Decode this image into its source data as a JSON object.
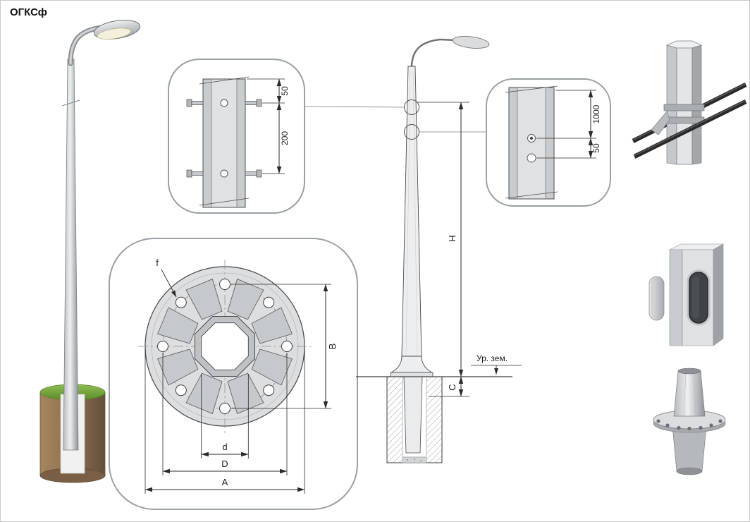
{
  "title": "ОГКСф",
  "colors": {
    "line": "#44474a",
    "dimension": "#2b2b2b",
    "steel_light": "#eceef0",
    "steel_mid": "#c9ccce",
    "steel_dark": "#8f9396",
    "soil_brown": "#8a6c4e",
    "grass_green": "#6fa03c",
    "rod_dark": "#27292b"
  },
  "callout_joint": {
    "dim_top": "50",
    "dim_bottom": "200"
  },
  "callout_plan": {
    "hole_label": "f",
    "dim_vertical": "B",
    "dim_inner": "d",
    "dim_bolt_circle": "D",
    "dim_outer": "A"
  },
  "elevation": {
    "dim_height": "H",
    "dim_embed": "C",
    "ground_label": "Ур. зем."
  },
  "callout_section": {
    "dim_top": "1000",
    "dim_bottom": "50"
  }
}
